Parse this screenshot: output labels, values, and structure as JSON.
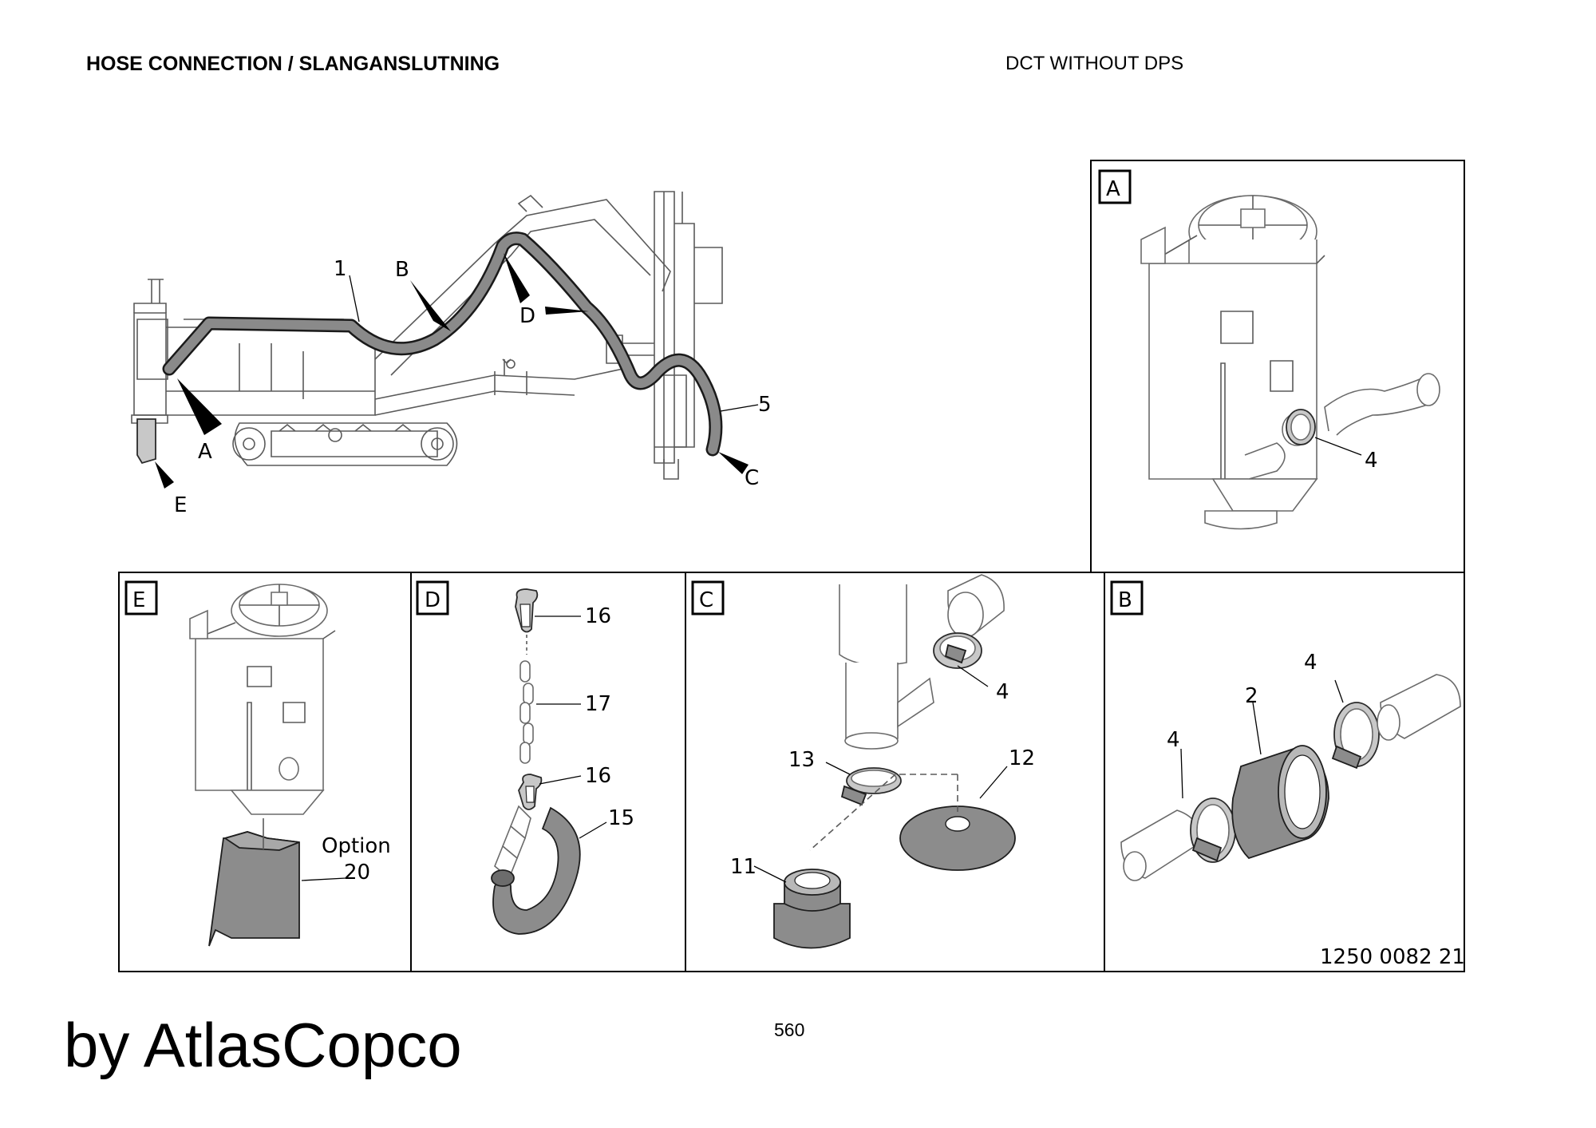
{
  "header": {
    "title": "HOSE CONNECTION / SLANGANSLUTNING",
    "variant": "DCT WITHOUT DPS"
  },
  "overview": {
    "callouts": [
      "1",
      "B",
      "D",
      "5",
      "A",
      "C",
      "E"
    ]
  },
  "panels": {
    "A": {
      "letter": "A",
      "callouts": [
        "4"
      ]
    },
    "E": {
      "letter": "E",
      "callouts": [
        "Option",
        "20"
      ]
    },
    "D": {
      "letter": "D",
      "callouts": [
        "16",
        "17",
        "16",
        "15"
      ]
    },
    "C": {
      "letter": "C",
      "callouts": [
        "4",
        "13",
        "12",
        "11"
      ]
    },
    "B": {
      "letter": "B",
      "callouts": [
        "4",
        "2",
        "4"
      ]
    }
  },
  "drawing_number": "1250 0082 21",
  "page_number": "560",
  "footer": {
    "brand": "by AtlasCopco"
  }
}
